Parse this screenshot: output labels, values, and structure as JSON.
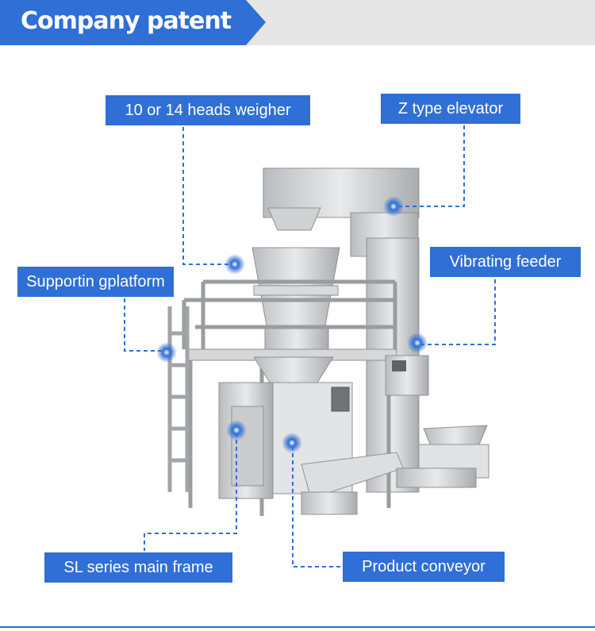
{
  "header": {
    "title": "Company patent"
  },
  "labels": {
    "weigher": "10 or 14 heads weigher",
    "elevator": "Z type elevator",
    "feeder": "Vibrating feeder",
    "platform": "Supportin gplatform",
    "frame": "SL series main frame",
    "conveyor": "Product conveyor"
  },
  "colors": {
    "accent": "#2f6fd6",
    "header_band": "#e6e6e6"
  }
}
